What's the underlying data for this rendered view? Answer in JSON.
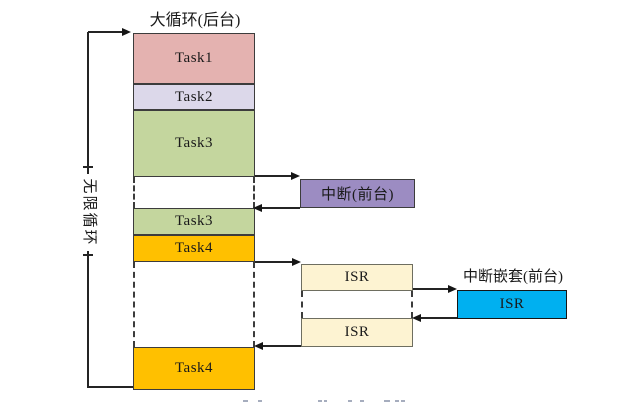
{
  "diagram": {
    "title": "大循环(后台)",
    "infinite_loop_label": "无限循环",
    "tasks": [
      {
        "label": "Task1",
        "color": "#e4b2b0"
      },
      {
        "label": "Task2",
        "color": "#dcd8ea"
      },
      {
        "label": "Task3",
        "color": "#c4d69e"
      },
      {
        "label": "Task3",
        "color": "#c4d69e"
      },
      {
        "label": "Task4",
        "color": "#ffc000"
      },
      {
        "label": "Task4",
        "color": "#ffc000"
      }
    ],
    "interrupt": {
      "label": "中断(前台)",
      "color": "#9c8cc2"
    },
    "isr_first": {
      "label": "ISR",
      "color": "#fdf3d2"
    },
    "isr_second": {
      "label": "ISR",
      "color": "#fdf3d2"
    },
    "nested_interrupt": {
      "title": "中断嵌套(前台)",
      "isr": {
        "label": "ISR",
        "color": "#00b0f0"
      }
    }
  }
}
